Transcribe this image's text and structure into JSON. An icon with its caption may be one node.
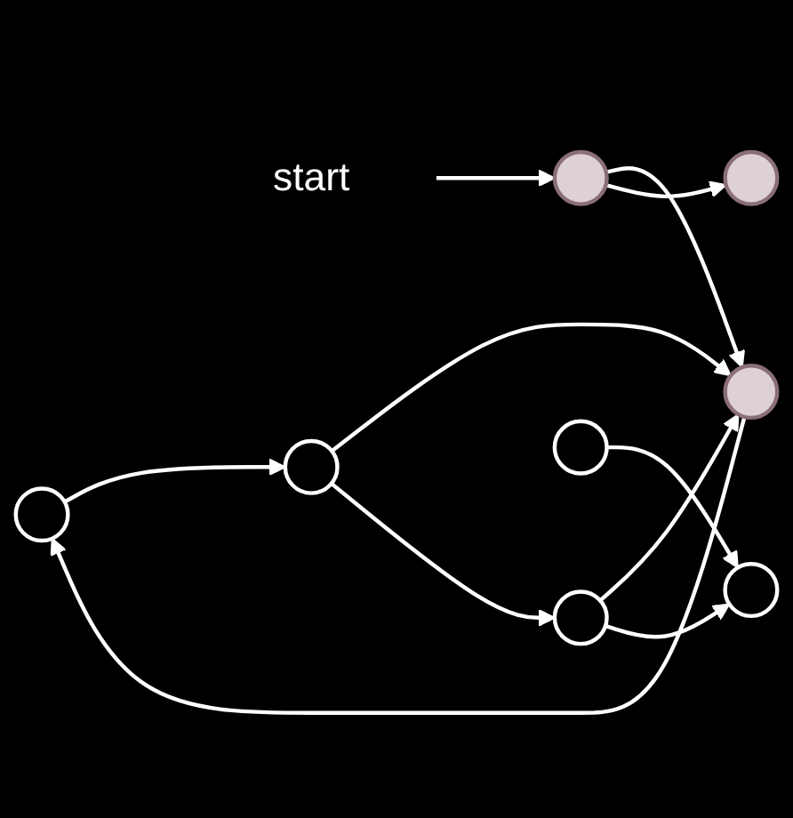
{
  "diagram": {
    "nodes": [
      {
        "text": [],
        "shape": "circle"
      },
      {
        "text": [
          "start"
        ]
      },
      {
        "text": [],
        "shape": "circle"
      },
      {
        "text": [],
        "shape": "circle"
      },
      {
        "text": [],
        "shape": "circle"
      },
      {
        "text": [],
        "shape": "circle"
      },
      {
        "text": [],
        "shape": "circle"
      },
      {
        "text": [],
        "shape": "circle"
      },
      {
        "text": [],
        "shape": "circle"
      }
    ],
    "edges": [
      {
        "from": 1,
        "to": 2,
        "arrow": "to"
      },
      {
        "from": 2,
        "to": 3,
        "arrow": "to"
      },
      {
        "from": 2,
        "to": 5,
        "arrow": "to"
      },
      {
        "from": 3,
        "to": 0,
        "arrow": "to"
      },
      {
        "from": 0,
        "to": 4,
        "arrow": "to"
      },
      {
        "from": 4,
        "to": 3,
        "arrow": "to"
      },
      {
        "from": 4,
        "to": 6,
        "arrow": "to"
      },
      {
        "from": 6,
        "to": 3,
        "arrow": "to"
      },
      {
        "from": 6,
        "to": 7,
        "arrow": "to"
      },
      {
        "from": 8,
        "to": 7,
        "arrow": "to"
      }
    ]
  }
}
